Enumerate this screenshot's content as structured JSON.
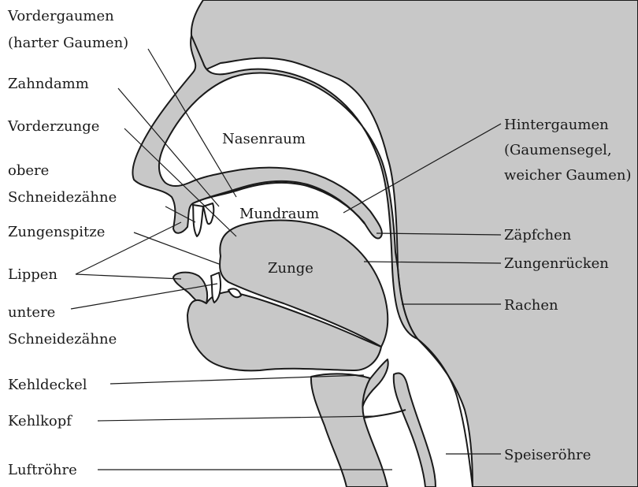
{
  "labels": {
    "vordergaumen_1": "Vordergaumen",
    "vordergaumen_2": "(harter Gaumen)",
    "zahndamm": "Zahndamm",
    "vorderzunge": "Vorderzunge",
    "obere_1": "obere",
    "obere_2": "Schneidezähne",
    "zungenspitze": "Zungenspitze",
    "lippen": "Lippen",
    "untere_1": "untere",
    "untere_2": "Schneidezähne",
    "kehldeckel": "Kehldeckel",
    "kehlkopf": "Kehlkopf",
    "luftroehre": "Luftröhre",
    "nasenraum": "Nasenraum",
    "mundraum": "Mundraum",
    "zunge": "Zunge",
    "hintergaumen_1": "Hintergaumen",
    "hintergaumen_2": "(Gaumensegel,",
    "hintergaumen_3": "weicher Gaumen)",
    "zaepfchen": "Zäpfchen",
    "zungenruecken": "Zungenrücken",
    "rachen": "Rachen",
    "speiseroehre": "Speiseröhre"
  },
  "colors": {
    "tissue": "#c8c8c8",
    "line": "#1a1a1a",
    "background": "#ffffff"
  }
}
